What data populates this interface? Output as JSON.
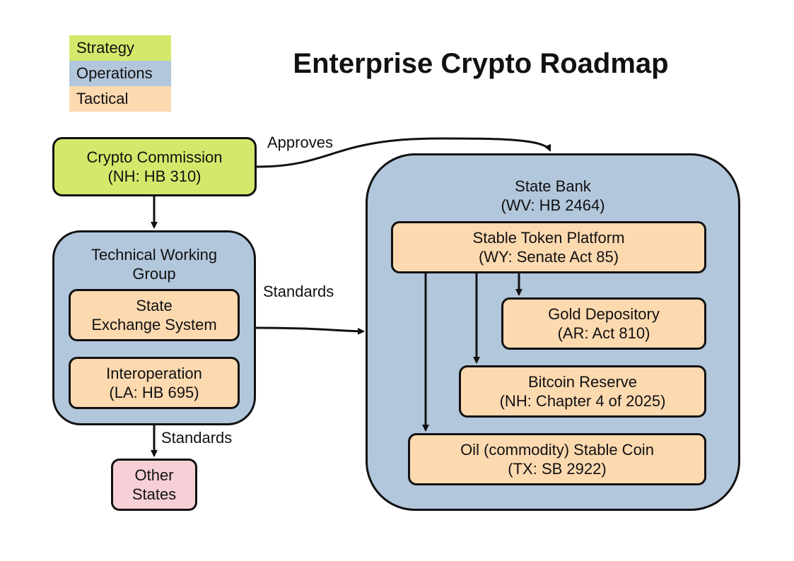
{
  "title": "Enterprise Crypto Roadmap",
  "colors": {
    "strategy": "#d4e96b",
    "operations": "#b3c7dc",
    "tactical": "#fdd9b0",
    "other": "#f6d0d6",
    "line": "#111111"
  },
  "legend": {
    "strategy": "Strategy",
    "operations": "Operations",
    "tactical": "Tactical"
  },
  "nodes": {
    "crypto_commission": {
      "line1": "Crypto Commission",
      "line2": "(NH: HB 310)"
    },
    "technical_working_group": {
      "line1": "Technical Working",
      "line2": "Group"
    },
    "state_exchange": {
      "line1": "State",
      "line2": "Exchange System"
    },
    "interoperation": {
      "line1": "Interoperation",
      "line2": "(LA: HB 695)"
    },
    "other_states": {
      "line1": "Other",
      "line2": "States"
    },
    "state_bank": {
      "line1": "State Bank",
      "line2": "(WV: HB 2464)"
    },
    "stable_token": {
      "line1": "Stable Token Platform",
      "line2": "(WY: Senate Act 85)"
    },
    "gold_depository": {
      "line1": "Gold Depository",
      "line2": "(AR: Act 810)"
    },
    "bitcoin_reserve": {
      "line1": "Bitcoin Reserve",
      "line2": "(NH: Chapter 4 of 2025)"
    },
    "oil_stable_coin": {
      "line1": "Oil (commodity) Stable Coin",
      "line2": "(TX: SB 2922)"
    }
  },
  "edge_labels": {
    "approves": "Approves",
    "standards_bank": "Standards",
    "standards_states": "Standards"
  }
}
